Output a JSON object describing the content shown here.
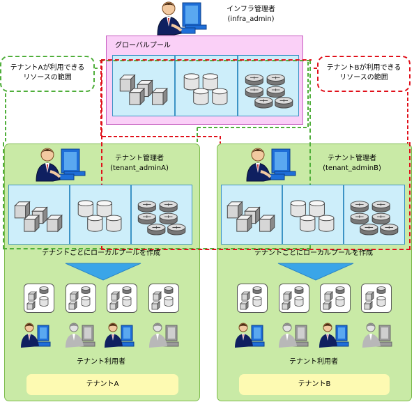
{
  "infra": {
    "title": "インフラ管理者",
    "id": "(infra_admin)"
  },
  "global_pool": {
    "label": "グローバルプール"
  },
  "callout_a": {
    "line1": "テナントAが利用できる",
    "line2": "リソースの範囲"
  },
  "callout_b": {
    "line1": "テナントBが利用できる",
    "line2": "リソースの範囲"
  },
  "tenant_a": {
    "admin_title": "テナント管理者",
    "admin_id": "(tenant_adminA)",
    "local_pool_caption": "テナントごとにローカルプールを作成",
    "users_caption": "テナント利用者",
    "name": "テナントA"
  },
  "tenant_b": {
    "admin_title": "テナント管理者",
    "admin_id": "(tenant_adminB)",
    "local_pool_caption": "テナントごとにローカルプールを作成",
    "users_caption": "テナント利用者",
    "name": "テナントB"
  },
  "colors": {
    "panel_green": "#c9eaa6",
    "pool_pink": "#fad0f7",
    "cell_blue": "#cdeefa",
    "dash_green": "#4fae3a",
    "dash_red": "#e0101a",
    "label_yellow": "#fdfab2"
  }
}
